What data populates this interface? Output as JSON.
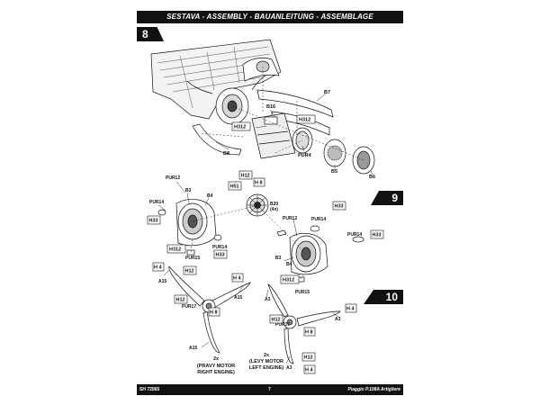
{
  "header": {
    "title": "SESTAVA - ASSEMBLY - BAUANLEITUNG - ASSEMBLAGE"
  },
  "steps": [
    {
      "number": "8"
    },
    {
      "number": "9"
    },
    {
      "number": "10"
    }
  ],
  "step8": {
    "parts": {
      "b7": "B7",
      "b16": "B16",
      "h312_top": "H312",
      "h312_left": "H312",
      "b8": "B8",
      "pur4": "PUR4",
      "b5": "B5",
      "b6": "B6"
    }
  },
  "step9": {
    "parts": {
      "pur12_left": "PUR12",
      "b3_left": "B3",
      "b4_left": "B4",
      "pur14_left": "PUR14",
      "h33_left": "H33",
      "h312_left": "H312",
      "pur14_left_b": "PUR14",
      "h33_left_b": "H33",
      "pur15_left": "PUR15",
      "h12": "H12",
      "h8": "H 8",
      "h51": "H51",
      "b20": "B20",
      "b20_qty": "(4x)",
      "pur12_right": "PUR12",
      "pur14_right": "PUR14",
      "h33_right": "H33",
      "pur14_right_b": "PUR14",
      "h33_right_b": "H33",
      "b3_right": "B3",
      "b4_right": "B4",
      "h312_right": "H312",
      "pur15_right": "PUR15"
    }
  },
  "step10": {
    "parts": {
      "h4_left_top": "H 4",
      "h12_left_top": "H12",
      "a15_top": "A15",
      "h4_left_right": "H 4",
      "a15_right": "A15",
      "h12_left_mid": "H12",
      "pur17_left": "PUR17",
      "h8_left": "H 8",
      "a15_bottom": "A15",
      "h4_right_top": "H 4",
      "a3_left": "A3",
      "h12_right_mid": "H12",
      "a3_right": "A3",
      "pur17_right": "PUR17",
      "h8_right": "H 8",
      "a3_bottom": "A3",
      "h12_right_bottom": "H12",
      "h4_right_bottom": "H 4"
    },
    "captions": {
      "left_qty": "2x",
      "left_cz": "(PRAVY MOTOR",
      "left_en": "RIGHT ENGINE)",
      "right_qty": "2x",
      "right_cz": "(LEVY MOTOR",
      "right_en": "LEFT ENGINE)"
    }
  },
  "footer": {
    "code": "SH 72065",
    "page": "7",
    "model": "Piaggio P.108A Artigliere"
  }
}
